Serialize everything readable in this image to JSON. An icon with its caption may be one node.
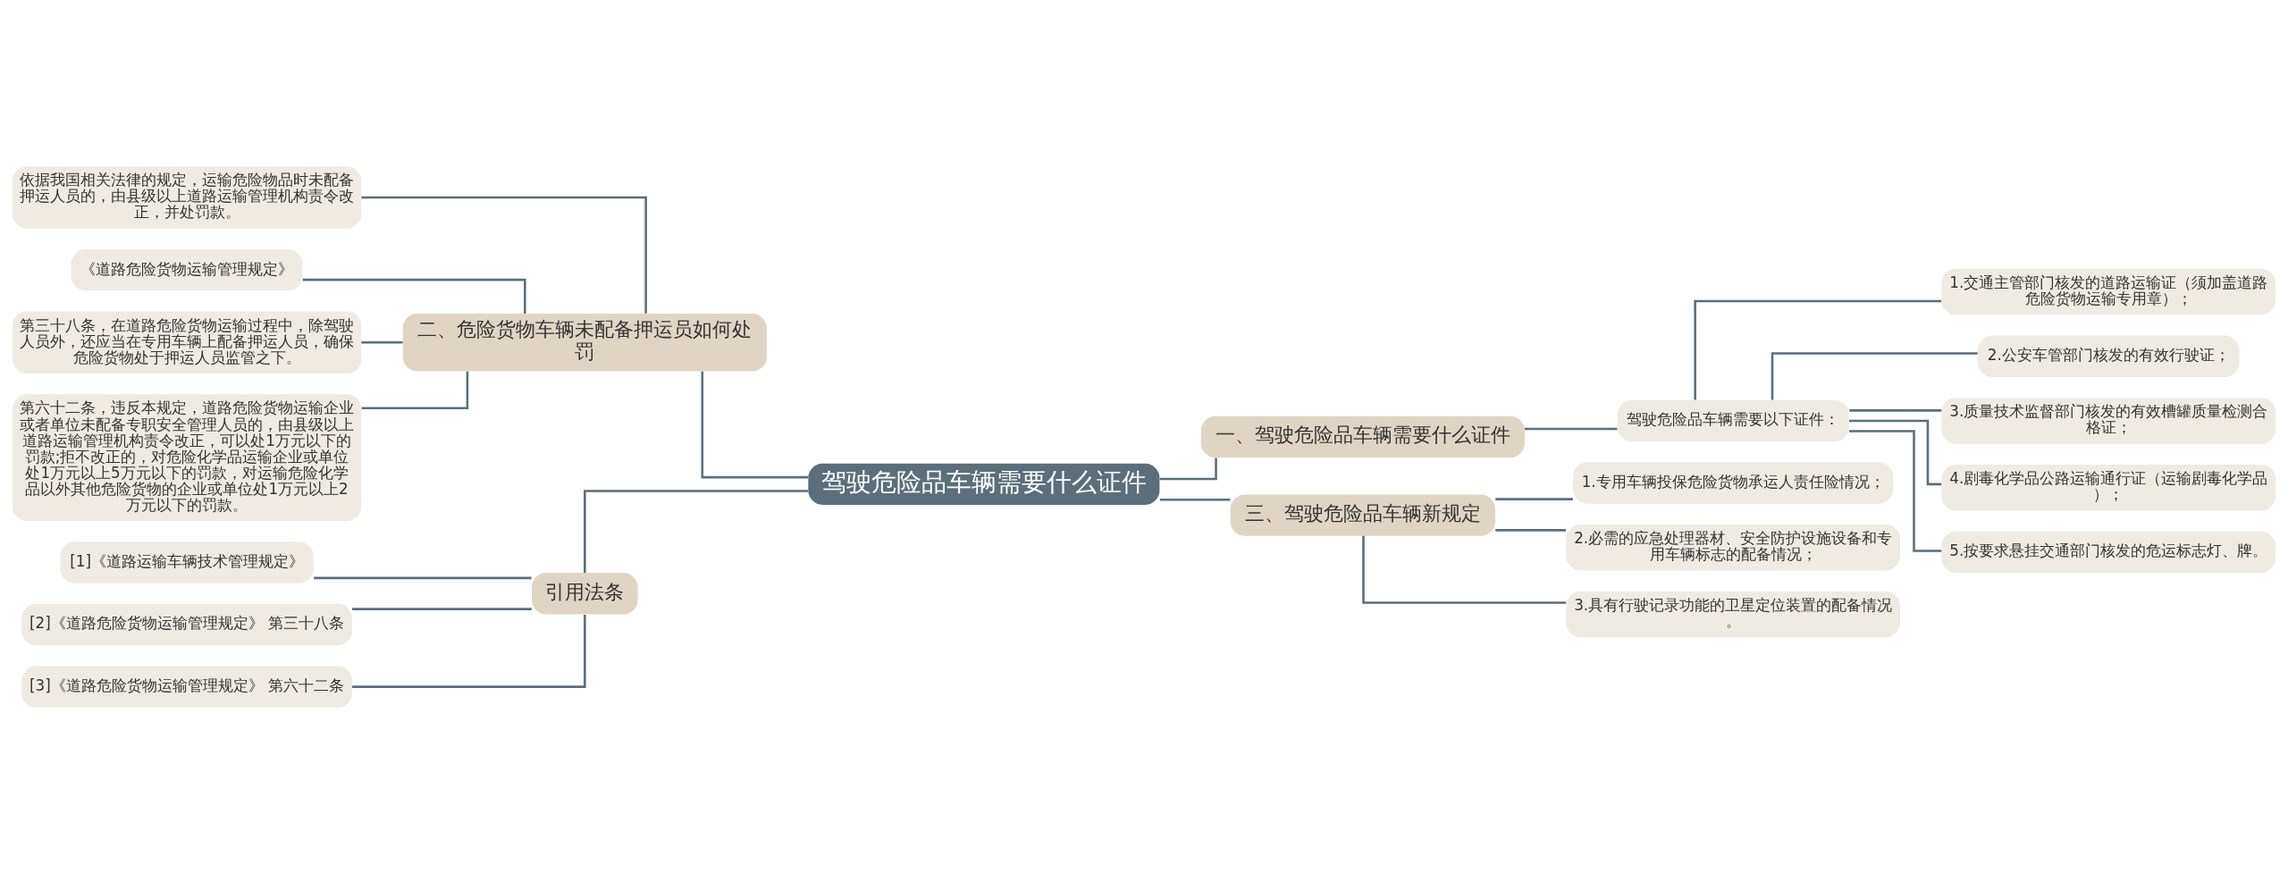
{
  "diagram": {
    "nodes": [
      {
        "text": [
          "驾驶危险品车辆需要什么证件"
        ]
      },
      {
        "text": [
          "一、驾驶危险品车辆需要什么证件"
        ]
      },
      {
        "text": [
          "驾驶危险品车辆需要以下证件："
        ]
      },
      {
        "text": [
          "1.交通主管部门核发的道路运输证（须加盖道路危险货物运输专用章）；"
        ]
      },
      {
        "text": [
          "2.公安车管部门核发的有效行驶证；"
        ]
      },
      {
        "text": [
          "3.质量技术监督部门核发的有效槽罐质量检测合格证；"
        ]
      },
      {
        "text": [
          "4.剧毒化学品公路运输通行证（运输剧毒化学品）；"
        ]
      },
      {
        "text": [
          "5.按要求悬挂交通部门核发的危运标志灯、牌。"
        ]
      },
      {
        "text": [
          "三、驾驶危险品车辆新规定"
        ]
      },
      {
        "text": [
          "1.专用车辆投保危险货物承运人责任险情况；"
        ]
      },
      {
        "text": [
          "2.必需的应急处理器材、安全防护设施设备和专用车辆标志的配备情况；"
        ]
      },
      {
        "text": [
          "3.具有行驶记录功能的卫星定位装置的配备情况。"
        ]
      },
      {
        "text": [
          "二、危险货物车辆未配备押运员如何处罚"
        ]
      },
      {
        "text": [
          "依据我国相关法律的规定，运输危险物品时未配备押运人员的，由县级以上道路运输管理机构责令改正，并处罚款。"
        ]
      },
      {
        "text": [
          "《道路危险货物运输管理规定》"
        ]
      },
      {
        "text": [
          "第三十八条，在道路危险货物运输过程中，除驾驶人员外，还应当在专用车辆上配备押运人员，确保危险货物处于押运人员监管之下。"
        ]
      },
      {
        "text": [
          "第六十二条，违反本规定，道路危险货物运输企业或者单位未配备专职安全管理人员的，由县级以上道路运输管理机构责令改正，可以处1万元以下的罚款;拒不改正的，对危险化学品运输企业或单位处1万元以上5万元以下的罚款，对运输危险化学品以外其他危险货物的企业或单位处1万元以上2万元以下的罚款。"
        ]
      },
      {
        "text": [
          "引用法条"
        ]
      },
      {
        "text": [
          "[1]《道路运输车辆技术管理规定》"
        ]
      },
      {
        "text": [
          "[2]《道路危险货物运输管理规定》 第三十八条"
        ]
      },
      {
        "text": [
          "[3]《道路危险货物运输管理规定》 第六十二条"
        ]
      }
    ],
    "edges": [
      {
        "from": 0,
        "to": 1,
        "arrow": "none"
      },
      {
        "from": 1,
        "to": 2,
        "arrow": "none"
      },
      {
        "from": 2,
        "to": 3,
        "arrow": "none"
      },
      {
        "from": 2,
        "to": 4,
        "arrow": "none"
      },
      {
        "from": 2,
        "to": 5,
        "arrow": "none"
      },
      {
        "from": 2,
        "to": 6,
        "arrow": "none"
      },
      {
        "from": 2,
        "to": 7,
        "arrow": "none"
      },
      {
        "from": 0,
        "to": 8,
        "arrow": "none"
      },
      {
        "from": 8,
        "to": 9,
        "arrow": "none"
      },
      {
        "from": 8,
        "to": 10,
        "arrow": "none"
      },
      {
        "from": 8,
        "to": 11,
        "arrow": "none"
      },
      {
        "from": 12,
        "to": 0,
        "arrow": "none"
      },
      {
        "from": 13,
        "to": 12,
        "arrow": "none"
      },
      {
        "from": 14,
        "to": 12,
        "arrow": "none"
      },
      {
        "from": 15,
        "to": 12,
        "arrow": "none"
      },
      {
        "from": 16,
        "to": 12,
        "arrow": "none"
      },
      {
        "from": 17,
        "to": 0,
        "arrow": "none"
      },
      {
        "from": 18,
        "to": 17,
        "arrow": "none"
      },
      {
        "from": 19,
        "to": 17,
        "arrow": "none"
      },
      {
        "from": 20,
        "to": 17,
        "arrow": "none"
      }
    ]
  }
}
